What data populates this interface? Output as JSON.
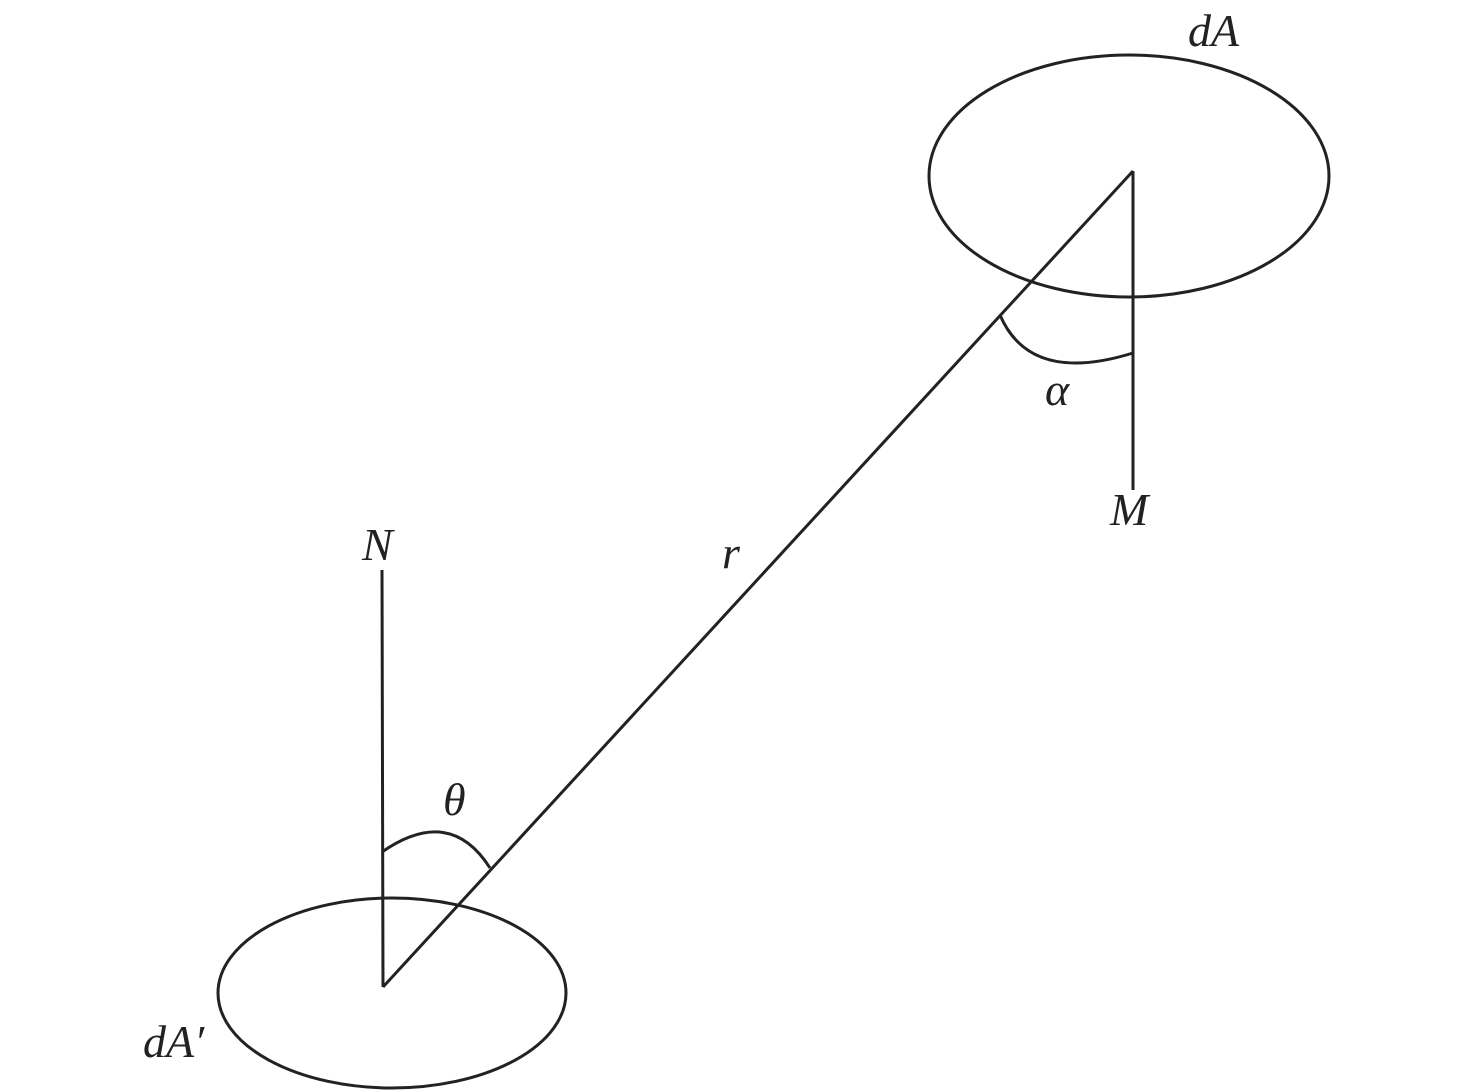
{
  "labels": {
    "top_surface": "dA",
    "bottom_surface": "dA′",
    "normal_bottom": "N",
    "normal_top": "M",
    "distance": "r",
    "angle_bottom": "θ",
    "angle_top": "α"
  }
}
